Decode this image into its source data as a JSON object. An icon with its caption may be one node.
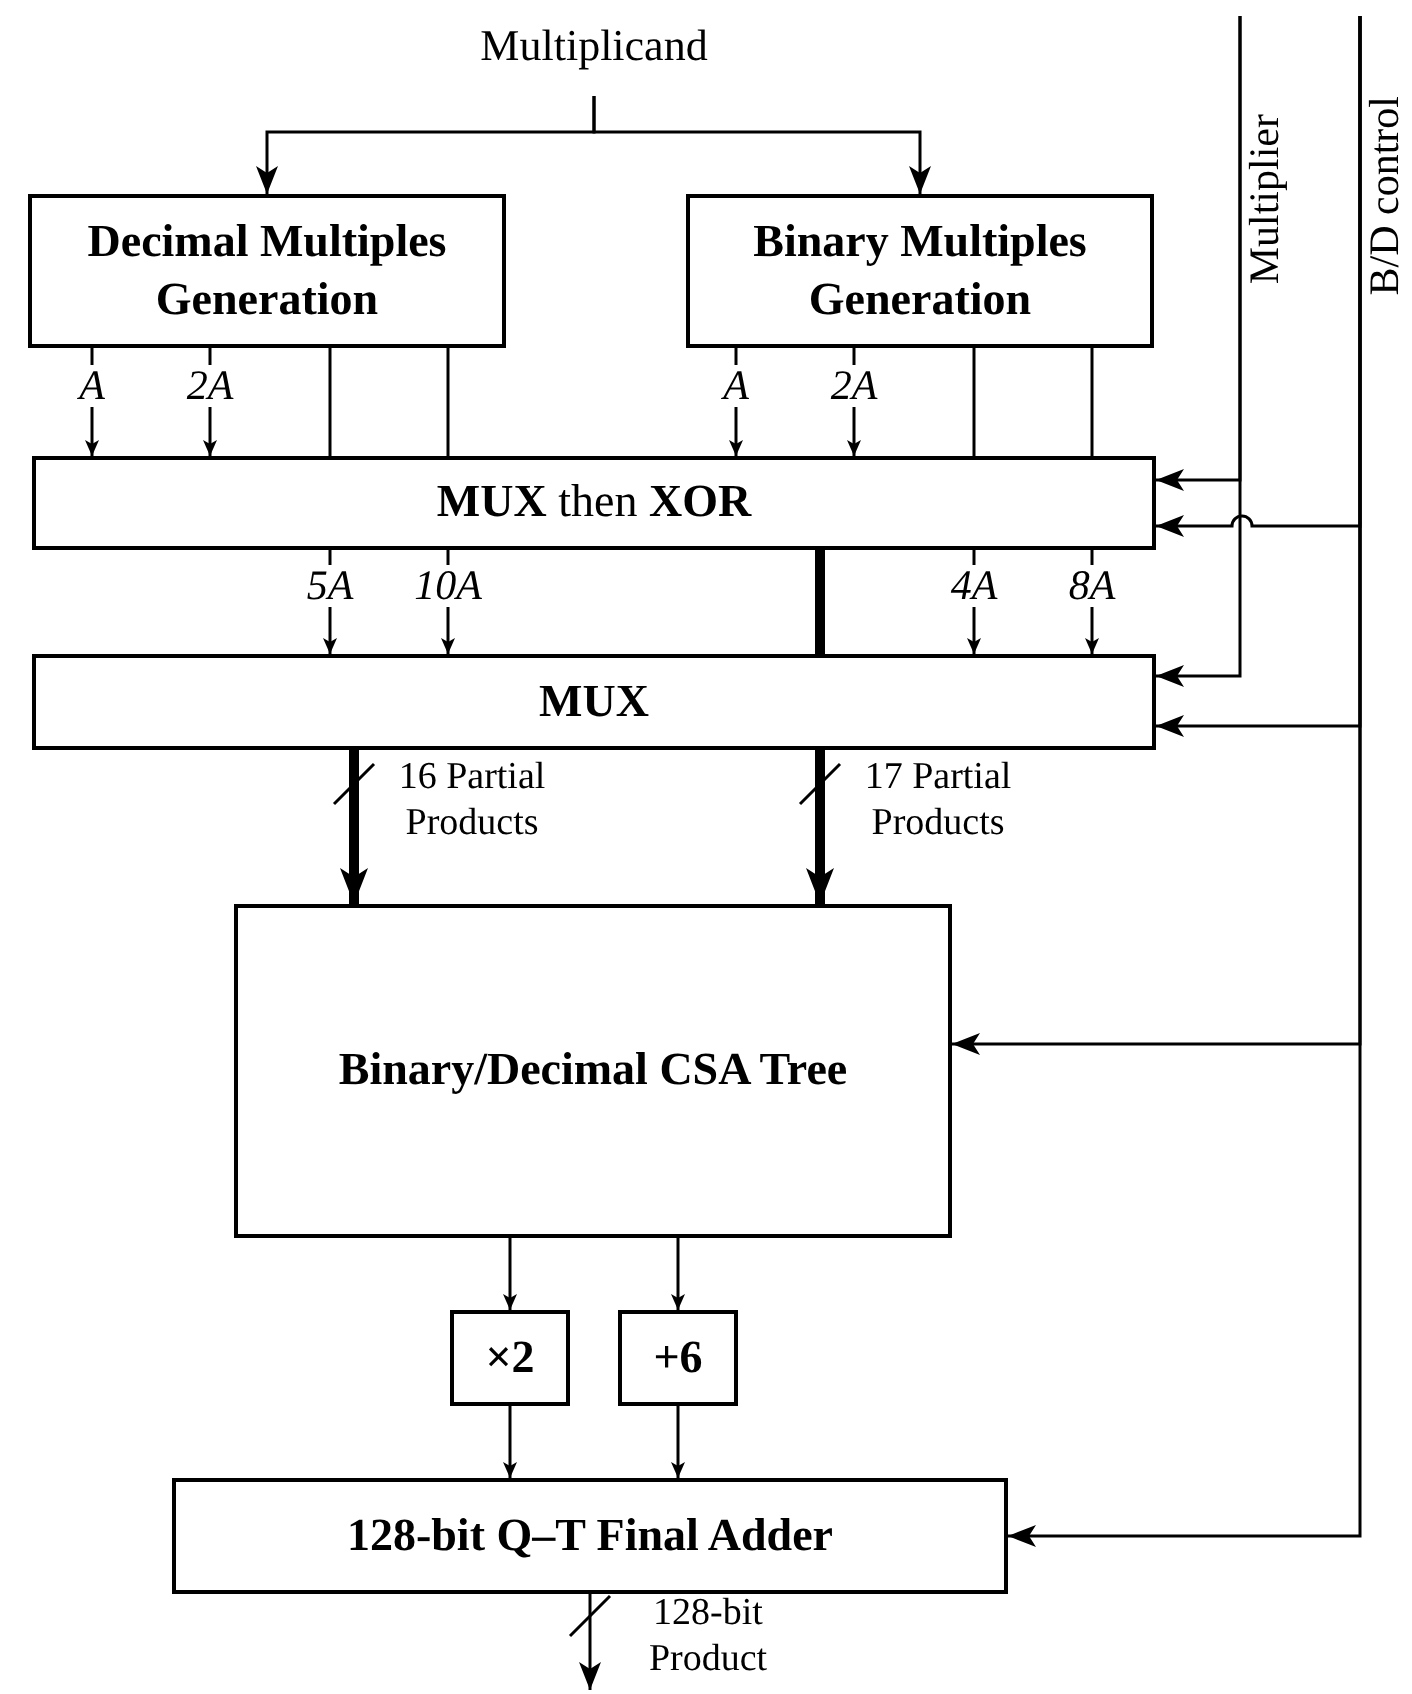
{
  "diagram": {
    "nodes": [
      {
        "text": [
          "Multiplicand"
        ]
      },
      {
        "text": [
          "Decimal Multiples Generation"
        ]
      },
      {
        "text": [
          "Binary Multiples Generation"
        ]
      },
      {
        "text": [
          "**MUX** then **XOR**"
        ]
      },
      {
        "text": [
          "MUX"
        ]
      },
      {
        "text": [
          "Binary/Decimal CSA Tree"
        ]
      },
      {
        "text": [
          "×2"
        ]
      },
      {
        "text": [
          "+6"
        ]
      },
      {
        "text": [
          "128-bit Q–T Final Adder"
        ]
      },
      {
        "text": [
          "Multiplier"
        ]
      },
      {
        "text": [
          "B/D control"
        ]
      }
    ],
    "edges": [
      {
        "from": 0,
        "to": 1,
        "arrow": "to"
      },
      {
        "from": 0,
        "to": 2,
        "arrow": "to"
      },
      {
        "from": 1,
        "to": 3,
        "arrow": "to",
        "label": "A"
      },
      {
        "from": 1,
        "to": 3,
        "arrow": "to",
        "label": "2A"
      },
      {
        "from": 1,
        "to": 3,
        "arrow": "none"
      },
      {
        "from": 1,
        "to": 3,
        "arrow": "none"
      },
      {
        "from": 2,
        "to": 3,
        "arrow": "to",
        "label": "A"
      },
      {
        "from": 2,
        "to": 3,
        "arrow": "to",
        "label": "2A"
      },
      {
        "from": 2,
        "to": 3,
        "arrow": "none"
      },
      {
        "from": 2,
        "to": 3,
        "arrow": "none"
      },
      {
        "from": 3,
        "to": 4,
        "arrow": "to",
        "label": "5A"
      },
      {
        "from": 3,
        "to": 4,
        "arrow": "to",
        "label": "10A"
      },
      {
        "from": 3,
        "to": 4,
        "arrow": "none",
        "style": "thick"
      },
      {
        "from": 3,
        "to": 4,
        "arrow": "to",
        "label": "4A"
      },
      {
        "from": 3,
        "to": 4,
        "arrow": "to",
        "label": "8A"
      },
      {
        "from": 9,
        "to": 3,
        "arrow": "to"
      },
      {
        "from": 9,
        "to": 4,
        "arrow": "to"
      },
      {
        "from": 10,
        "to": 3,
        "arrow": "to"
      },
      {
        "from": 10,
        "to": 4,
        "arrow": "to"
      },
      {
        "from": 10,
        "to": 5,
        "arrow": "to"
      },
      {
        "from": 10,
        "to": 8,
        "arrow": "to"
      },
      {
        "from": 4,
        "to": 5,
        "arrow": "to",
        "style": "thick",
        "label": "16 Partial Products"
      },
      {
        "from": 4,
        "to": 5,
        "arrow": "to",
        "style": "thick",
        "label": "17 Partial Products"
      },
      {
        "from": 5,
        "to": 6,
        "arrow": "to"
      },
      {
        "from": 5,
        "to": 7,
        "arrow": "to"
      },
      {
        "from": 6,
        "to": 8,
        "arrow": "to"
      },
      {
        "from": 7,
        "to": 8,
        "arrow": "to"
      },
      {
        "from": 8,
        "to": null,
        "arrow": "to",
        "label": "128-bit Product"
      }
    ]
  }
}
